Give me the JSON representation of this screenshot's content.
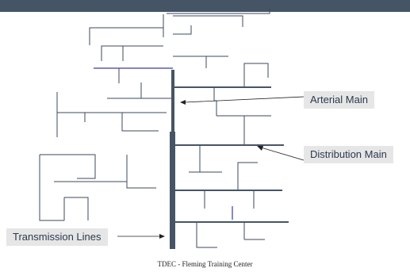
{
  "labels": {
    "arterial_main": "Arterial Main",
    "distribution_main": "Distribution Main",
    "transmission_lines": "Transmission Lines"
  },
  "footer": "TDEC - Fleming Training Center",
  "colors": {
    "header_bar": "#465566",
    "main_pipe": "#465566",
    "pipe_line": "#3c4a5c",
    "accent_pipe": "#3a3aa8",
    "label_background": "#e6e6e6",
    "label_text": "#2b3a4c"
  }
}
